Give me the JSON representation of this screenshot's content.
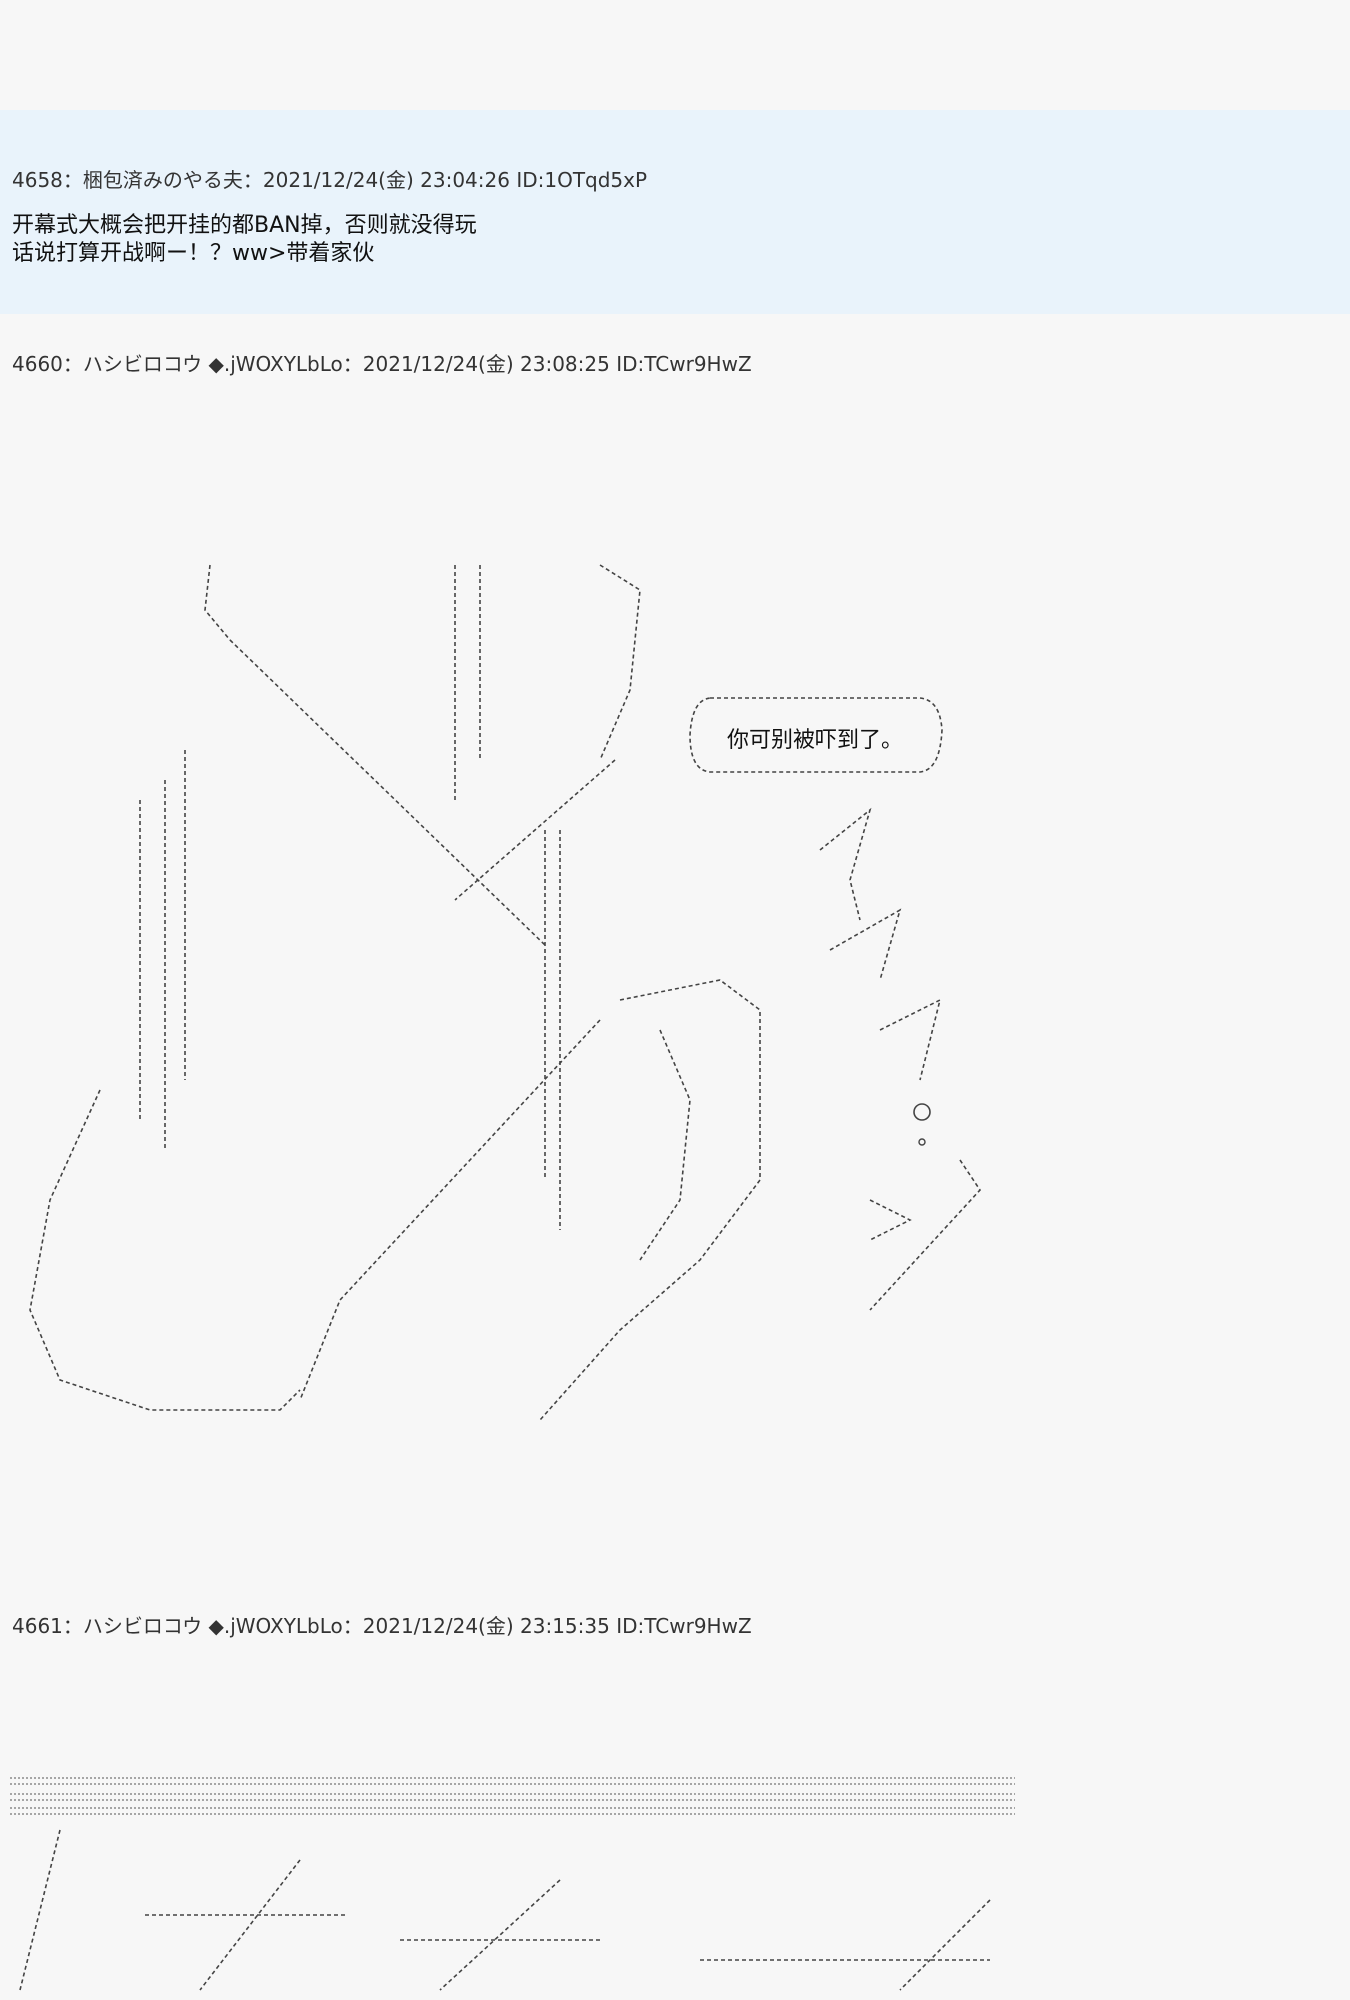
{
  "posts": [
    {
      "header": "4658：梱包済みのやる夫：2021/12/24(金) 23:04:26 ID:1OTqd5xP",
      "lines": [
        "开幕式大概会把开挂的都BAN掉，否则就没得玩",
        "话说打算开战啊ー！？ww>带着家伙"
      ]
    },
    {
      "header": "4660：ハシビロコウ ◆.jWOXYLbLo：2021/12/24(金) 23:08:25 ID:TCwr9HwZ",
      "bubble": "你可别被吓到了。"
    },
    {
      "header": "4661：ハシビロコウ ◆.jWOXYLbLo：2021/12/24(金) 23:15:35 ID:TCwr9HwZ"
    }
  ]
}
